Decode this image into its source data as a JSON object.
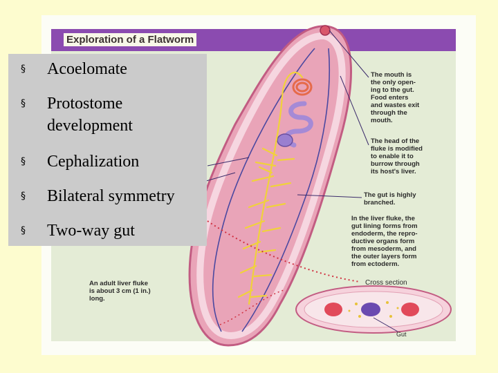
{
  "figure": {
    "title": "Exploration of a Flatworm",
    "callouts": {
      "mouth": "The mouth is\nthe only open-\ning to the gut.\nFood enters\nand wastes exit\nthrough the\nmouth.",
      "head": "The head of the\nfluke is modified\nto enable it to\nburrow through\nits host's liver.",
      "gut": "The gut is highly\nbranched.",
      "layers": "In the liver fluke, the\ngut lining forms from\nendoderm, the repro-\nductive organs form\nfrom mesoderm, and\nthe outer layers form\nfrom ectoderm.",
      "cross_section": "Cross section",
      "gut_small": "Gut",
      "size": "An adult liver fluke\nis about 3 cm (1 in.)\nlong."
    },
    "colors": {
      "header": "#8b4bb0",
      "worm_body": "#e9a4b8",
      "worm_edge": "#c25c82",
      "gut": "#f0d23a",
      "nerve": "#4a48a0"
    }
  },
  "bullets": [
    {
      "marker": "§",
      "text": "Acoelomate"
    },
    {
      "marker": "§",
      "text": "Protostome development"
    },
    {
      "marker": "§",
      "text": "Cephalization"
    },
    {
      "marker": "§",
      "text": "Bilateral symmetry"
    },
    {
      "marker": "§",
      "text": "Two-way gut"
    }
  ]
}
